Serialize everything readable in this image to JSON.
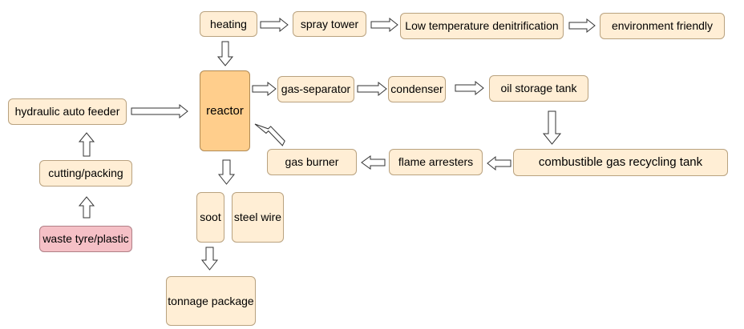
{
  "diagram": {
    "nodes": {
      "heating": "heating",
      "spray_tower": "spray tower",
      "low_temp_denitrification": "Low temperature denitrification",
      "environment_friendly": "environment friendly",
      "reactor": "reactor",
      "gas_separator": "gas-separator",
      "condenser": "condenser",
      "oil_storage_tank": "oil storage tank",
      "hydraulic_auto_feeder": "hydraulic auto feeder",
      "combustible_gas_recycling_tank": "combustible gas recycling tank",
      "flame_arresters": "flame arresters",
      "gas_burner": "gas burner",
      "cutting_packing": "cutting/packing",
      "soot": "soot",
      "steel_wire": "steel wire",
      "waste_tyre_plastic": "waste tyre/plastic",
      "tonnage_package": "tonnage package"
    },
    "colors": {
      "node_fill": "#ffeed5",
      "reactor_fill": "#ffce8c",
      "start_fill": "#f5c0c6",
      "arrow_fill": "#ffffff",
      "arrow_stroke": "#333333"
    }
  }
}
